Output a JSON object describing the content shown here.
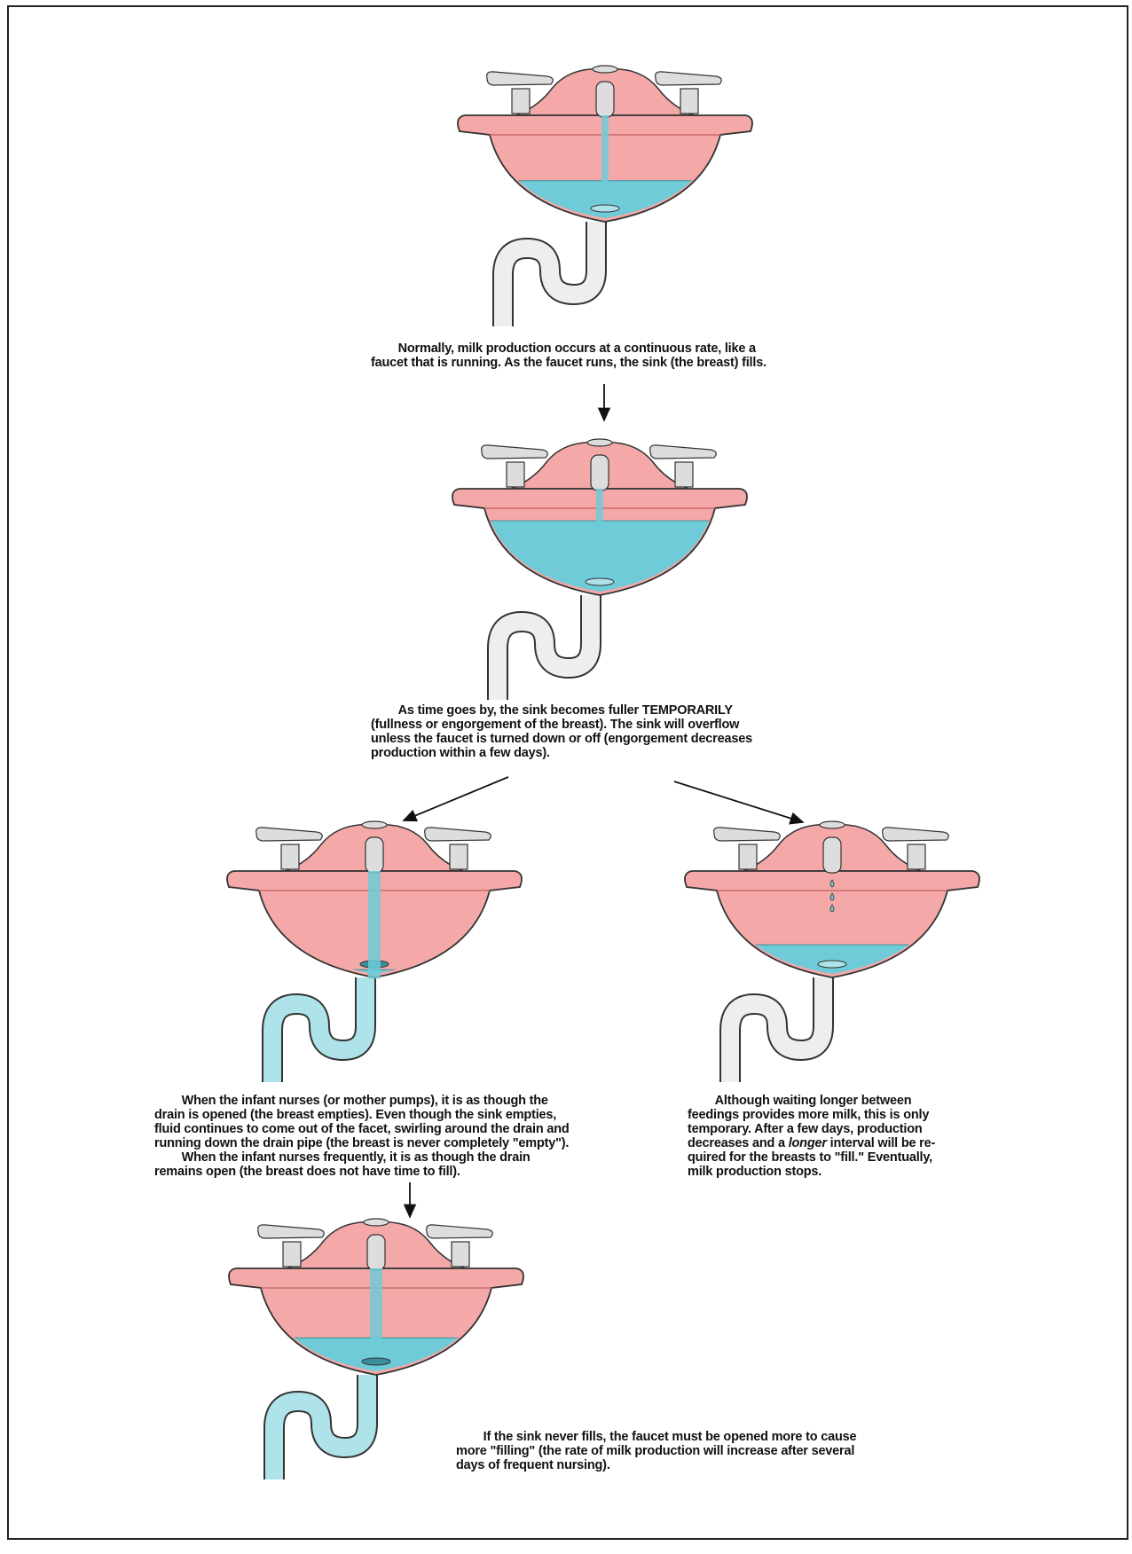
{
  "captions": {
    "normal": "        Normally, milk production occurs at a continuous rate, like a\nfaucet that is running. As the faucet runs, the sink (the breast) fills.",
    "fuller": "        As time goes by, the sink becomes fuller TEMPORARILY\n(fullness or engorgement of the breast). The sink will overflow\nunless the faucet is turned down or off (engorgement decreases\nproduction within a few days).",
    "nurses": "        When the infant nurses (or mother pumps), it is as though the\ndrain is opened (the breast empties). Even though the sink empties,\nfluid continues to come out of the facet, swirling around the drain and\nrunning down the drain pipe (the breast is never completely \"empty\").\n        When the infant nurses frequently, it is as though the drain\nremains open (the breast does not have time to fill).",
    "waiting_line1": "        Although waiting longer between\nfeedings provides more milk, this is only\ntemporary. After a few days, production\ndecreases and a ",
    "waiting_em": "longer",
    "waiting_line2": " interval will be re-\nquired for the breasts to \"fill.\" Eventually,\nmilk production stops.",
    "never_fills": "        If the sink never fills, the faucet must be opened more to cause\nmore \"filling\" (the rate of milk production will increase after several\ndays of frequent nursing)."
  },
  "colors": {
    "sink_pink": "#f4a9a8",
    "sink_edge": "#c0605f",
    "water": "#6fcbd8",
    "water_light": "#aee3ea",
    "pipe": "#eeeeee",
    "chrome": "#dddddd",
    "outline": "#333333"
  },
  "sinks": [
    {
      "id": "sink-running",
      "water_level": 0.45,
      "flow": "steady"
    },
    {
      "id": "sink-full",
      "water_level": 0.85,
      "flow": "steady"
    },
    {
      "id": "sink-draining",
      "water_level": 0.05,
      "flow": "heavy",
      "drain_open": true
    },
    {
      "id": "sink-dripping",
      "water_level": 0.35,
      "flow": "drip"
    },
    {
      "id": "sink-never-fills",
      "water_level": 0.4,
      "flow": "heavy",
      "drain_open": true
    }
  ]
}
